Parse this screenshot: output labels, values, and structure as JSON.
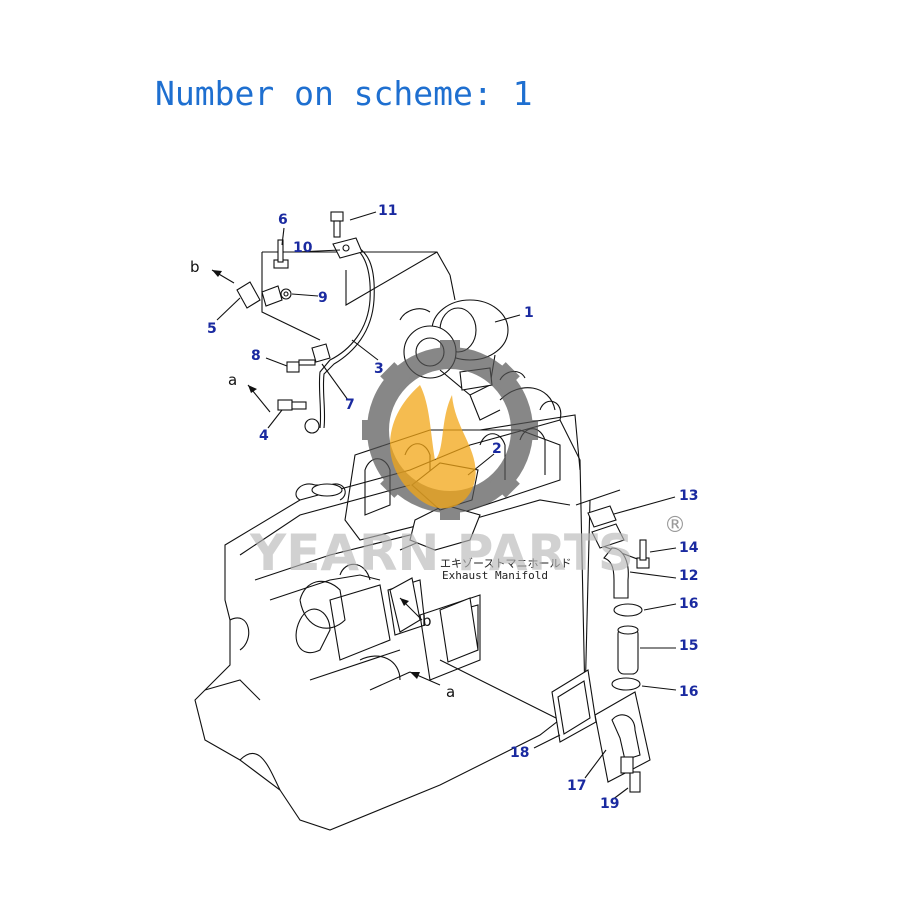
{
  "title": "Number on scheme: 1",
  "sublabels": {
    "jp": "エキゾーストマニホールド",
    "en": "Exhaust Manifold"
  },
  "watermark": {
    "text": "YEARN PARTS",
    "mark": "®"
  },
  "parts": [
    "1",
    "2",
    "3",
    "4",
    "5",
    "6",
    "7",
    "8",
    "9",
    "10",
    "11",
    "12",
    "13",
    "14",
    "15",
    "16",
    "16",
    "17",
    "18",
    "19"
  ],
  "views": [
    "a",
    "a",
    "b",
    "b"
  ],
  "colors": {
    "title": "#1e6fd0",
    "labels": "#1a2aa0",
    "gear": "#555555",
    "flame": "#f2a516"
  }
}
